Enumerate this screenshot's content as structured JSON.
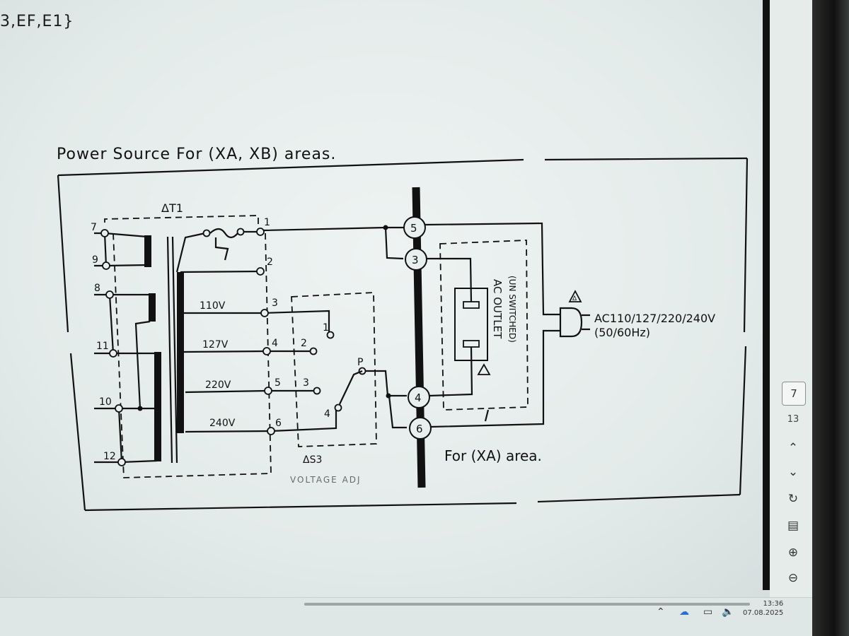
{
  "document": {
    "header_fragment": "3,EF,E1}"
  },
  "diagram": {
    "heading": "Power Source For (XA, XB) areas.",
    "transformer_label": "ΔT1",
    "transformer_pins": [
      "7",
      "9",
      "8",
      "11",
      "10",
      "12"
    ],
    "tap_numbers": [
      "1",
      "2",
      "3",
      "4",
      "5",
      "6"
    ],
    "voltage_taps": [
      "110V",
      "127V",
      "220V",
      "240V"
    ],
    "switch_contacts": [
      "1",
      "2",
      "3",
      "4",
      "P"
    ],
    "switch_label": "ΔS3",
    "switch_caption": "VOLTAGE ADJ",
    "connectors": [
      "5",
      "3",
      "4",
      "6"
    ],
    "outlet_label": "AC OUTLET",
    "outlet_sublabel": "(UN SWITCHED)",
    "plug_warning": "Δ",
    "ac_spec": "AC110/127/220/240V",
    "frequency": "(50/60Hz)",
    "area_note": "For (XA) area."
  },
  "viewer_toolbar": {
    "current_page": "7",
    "page_count": "13",
    "prev_icon": "chevron-up-icon",
    "next_icon": "chevron-down-icon",
    "rotate_icon": "rotate-icon",
    "fit_icon": "fit-page-icon",
    "zoom_in_icon": "zoom-in-icon",
    "zoom_out_icon": "zoom-out-icon"
  },
  "taskbar": {
    "time": "13:36",
    "date": "07.08.2025"
  }
}
